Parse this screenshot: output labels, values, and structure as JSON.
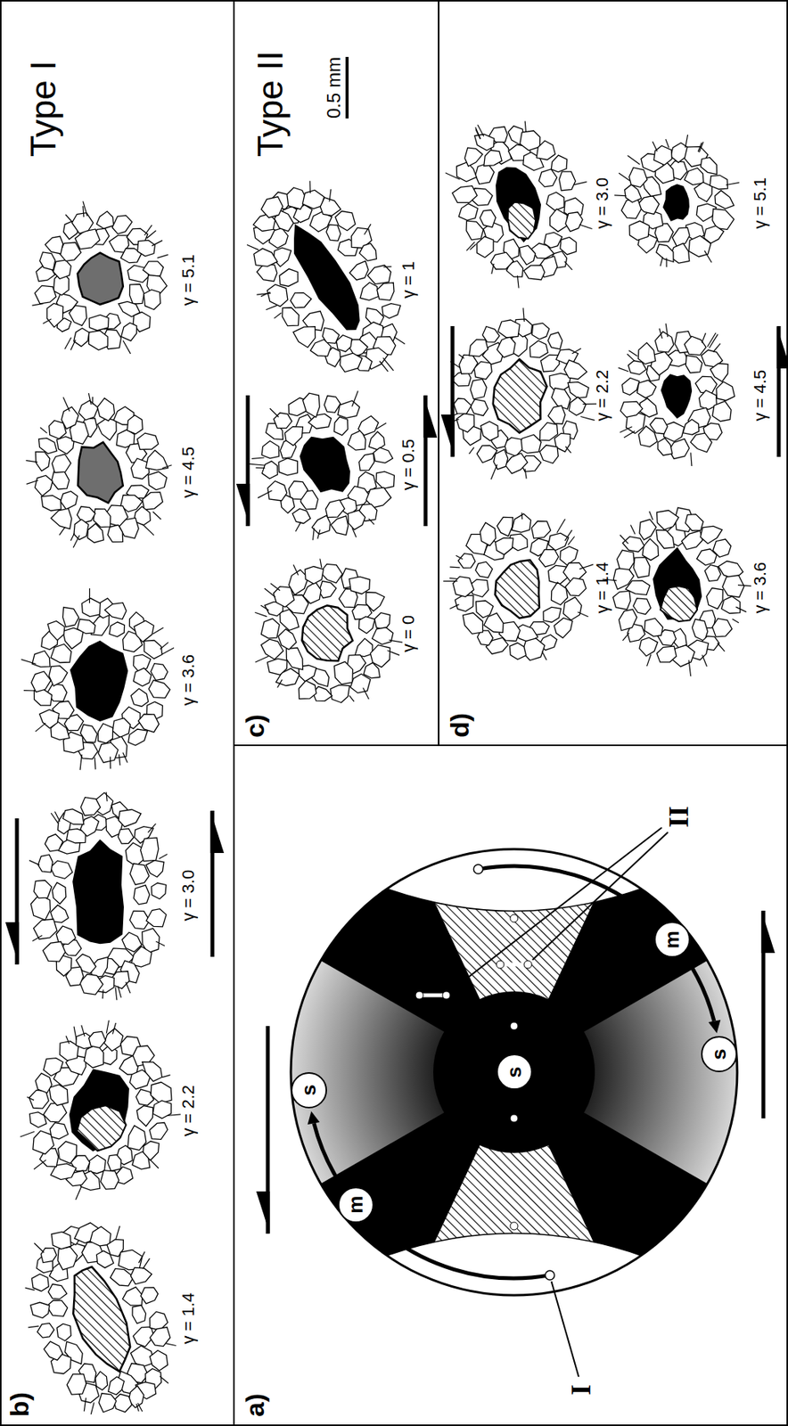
{
  "diagram": {
    "nodes": [
      {
        "text": [
          "m"
        ]
      },
      {
        "text": [
          "s"
        ]
      },
      {
        "text": [
          "s"
        ]
      },
      {
        "text": [
          "s"
        ]
      },
      {
        "text": [
          "m"
        ]
      }
    ],
    "edges": [
      {
        "from": 0,
        "to": 1,
        "arrow": "to"
      },
      {
        "from": 4,
        "to": 3,
        "arrow": "to"
      }
    ],
    "labels": [
      "b)",
      "Type I",
      "γ = 1.4",
      "γ = 2.2",
      "γ = 3.0",
      "γ = 3.6",
      "γ = 4.5",
      "γ = 5.1",
      "a)",
      "I",
      "II",
      "c)",
      "Type II",
      "0.5 mm",
      "γ = 0",
      "γ = 0.5",
      "γ = 1",
      "d)",
      "γ = 1.4",
      "γ = 2.2",
      "γ = 3.0",
      "γ = 3.6",
      "γ = 4.5",
      "γ = 5.1"
    ]
  }
}
